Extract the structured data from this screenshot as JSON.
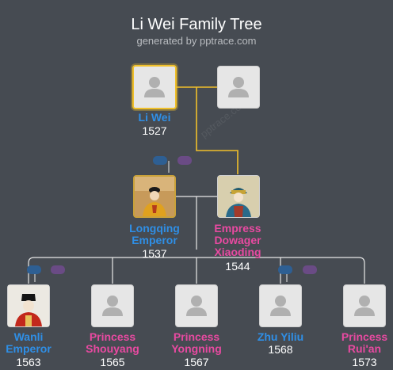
{
  "header": {
    "title": "Li Wei Family Tree",
    "subtitle": "generated by pptrace.com",
    "watermark": "pptrace.com"
  },
  "people": {
    "li_wei": {
      "name": "Li Wei",
      "year": "1527",
      "gender": "male",
      "photo": "placeholder"
    },
    "li_wei_spouse": {
      "name": "",
      "year": "",
      "gender": "unknown",
      "photo": "placeholder"
    },
    "longqing": {
      "name": "Longqing Emperor",
      "year": "1537",
      "gender": "male",
      "photo": "portrait"
    },
    "xiaoding": {
      "name": "Empress Dowager Xiaoding",
      "year": "1544",
      "gender": "female",
      "photo": "portrait"
    },
    "wanli": {
      "name": "Wanli Emperor",
      "year": "1563",
      "gender": "male",
      "photo": "portrait"
    },
    "shouyang": {
      "name": "Princess Shouyang",
      "year": "1565",
      "gender": "female",
      "photo": "placeholder"
    },
    "yongning": {
      "name": "Princess Yongning",
      "year": "1567",
      "gender": "female",
      "photo": "placeholder"
    },
    "zhu_yiliu": {
      "name": "Zhu Yiliu",
      "year": "1568",
      "gender": "male",
      "photo": "placeholder"
    },
    "ruian": {
      "name": "Princess Rui'an",
      "year": "1573",
      "gender": "female",
      "photo": "placeholder"
    }
  },
  "colors": {
    "background": "#464b52",
    "male": "#2f8fe6",
    "female": "#e84aa1",
    "highlight_line": "#f0c02a",
    "line": "#e8e8e8",
    "pill_blue": "#2e5f93",
    "pill_purple": "#6a4b85"
  }
}
